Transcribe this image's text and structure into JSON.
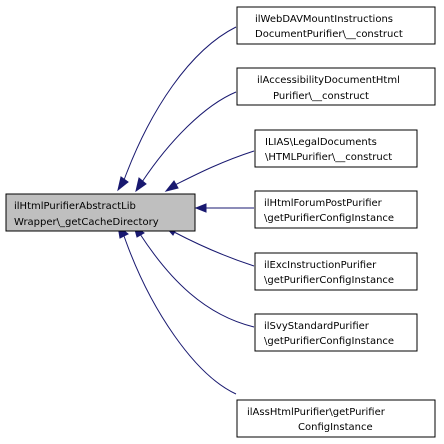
{
  "focus_node": {
    "line1": "ilHtmlPurifierAbstractLib",
    "line2": "Wrapper\\_getCacheDirectory"
  },
  "callers": [
    {
      "line1": "ilWebDAVMountInstructions",
      "line2": "DocumentPurifier\\__construct"
    },
    {
      "line1": "ilAccessibilityDocumentHtml",
      "line2": "Purifier\\__construct"
    },
    {
      "line1": "ILIAS\\LegalDocuments",
      "line2": "\\HTMLPurifier\\__construct"
    },
    {
      "line1": "ilHtmlForumPostPurifier",
      "line2": "\\getPurifierConfigInstance"
    },
    {
      "line1": "ilExcInstructionPurifier",
      "line2": "\\getPurifierConfigInstance"
    },
    {
      "line1": "ilSvyStandardPurifier",
      "line2": "\\getPurifierConfigInstance"
    },
    {
      "line1": "ilAssHtmlPurifier\\getPurifier",
      "line2": "ConfigInstance"
    }
  ],
  "colors": {
    "edge": "#191970",
    "focus_fill": "#bfbfbf",
    "node_fill": "#ffffff",
    "border": "#000000"
  }
}
